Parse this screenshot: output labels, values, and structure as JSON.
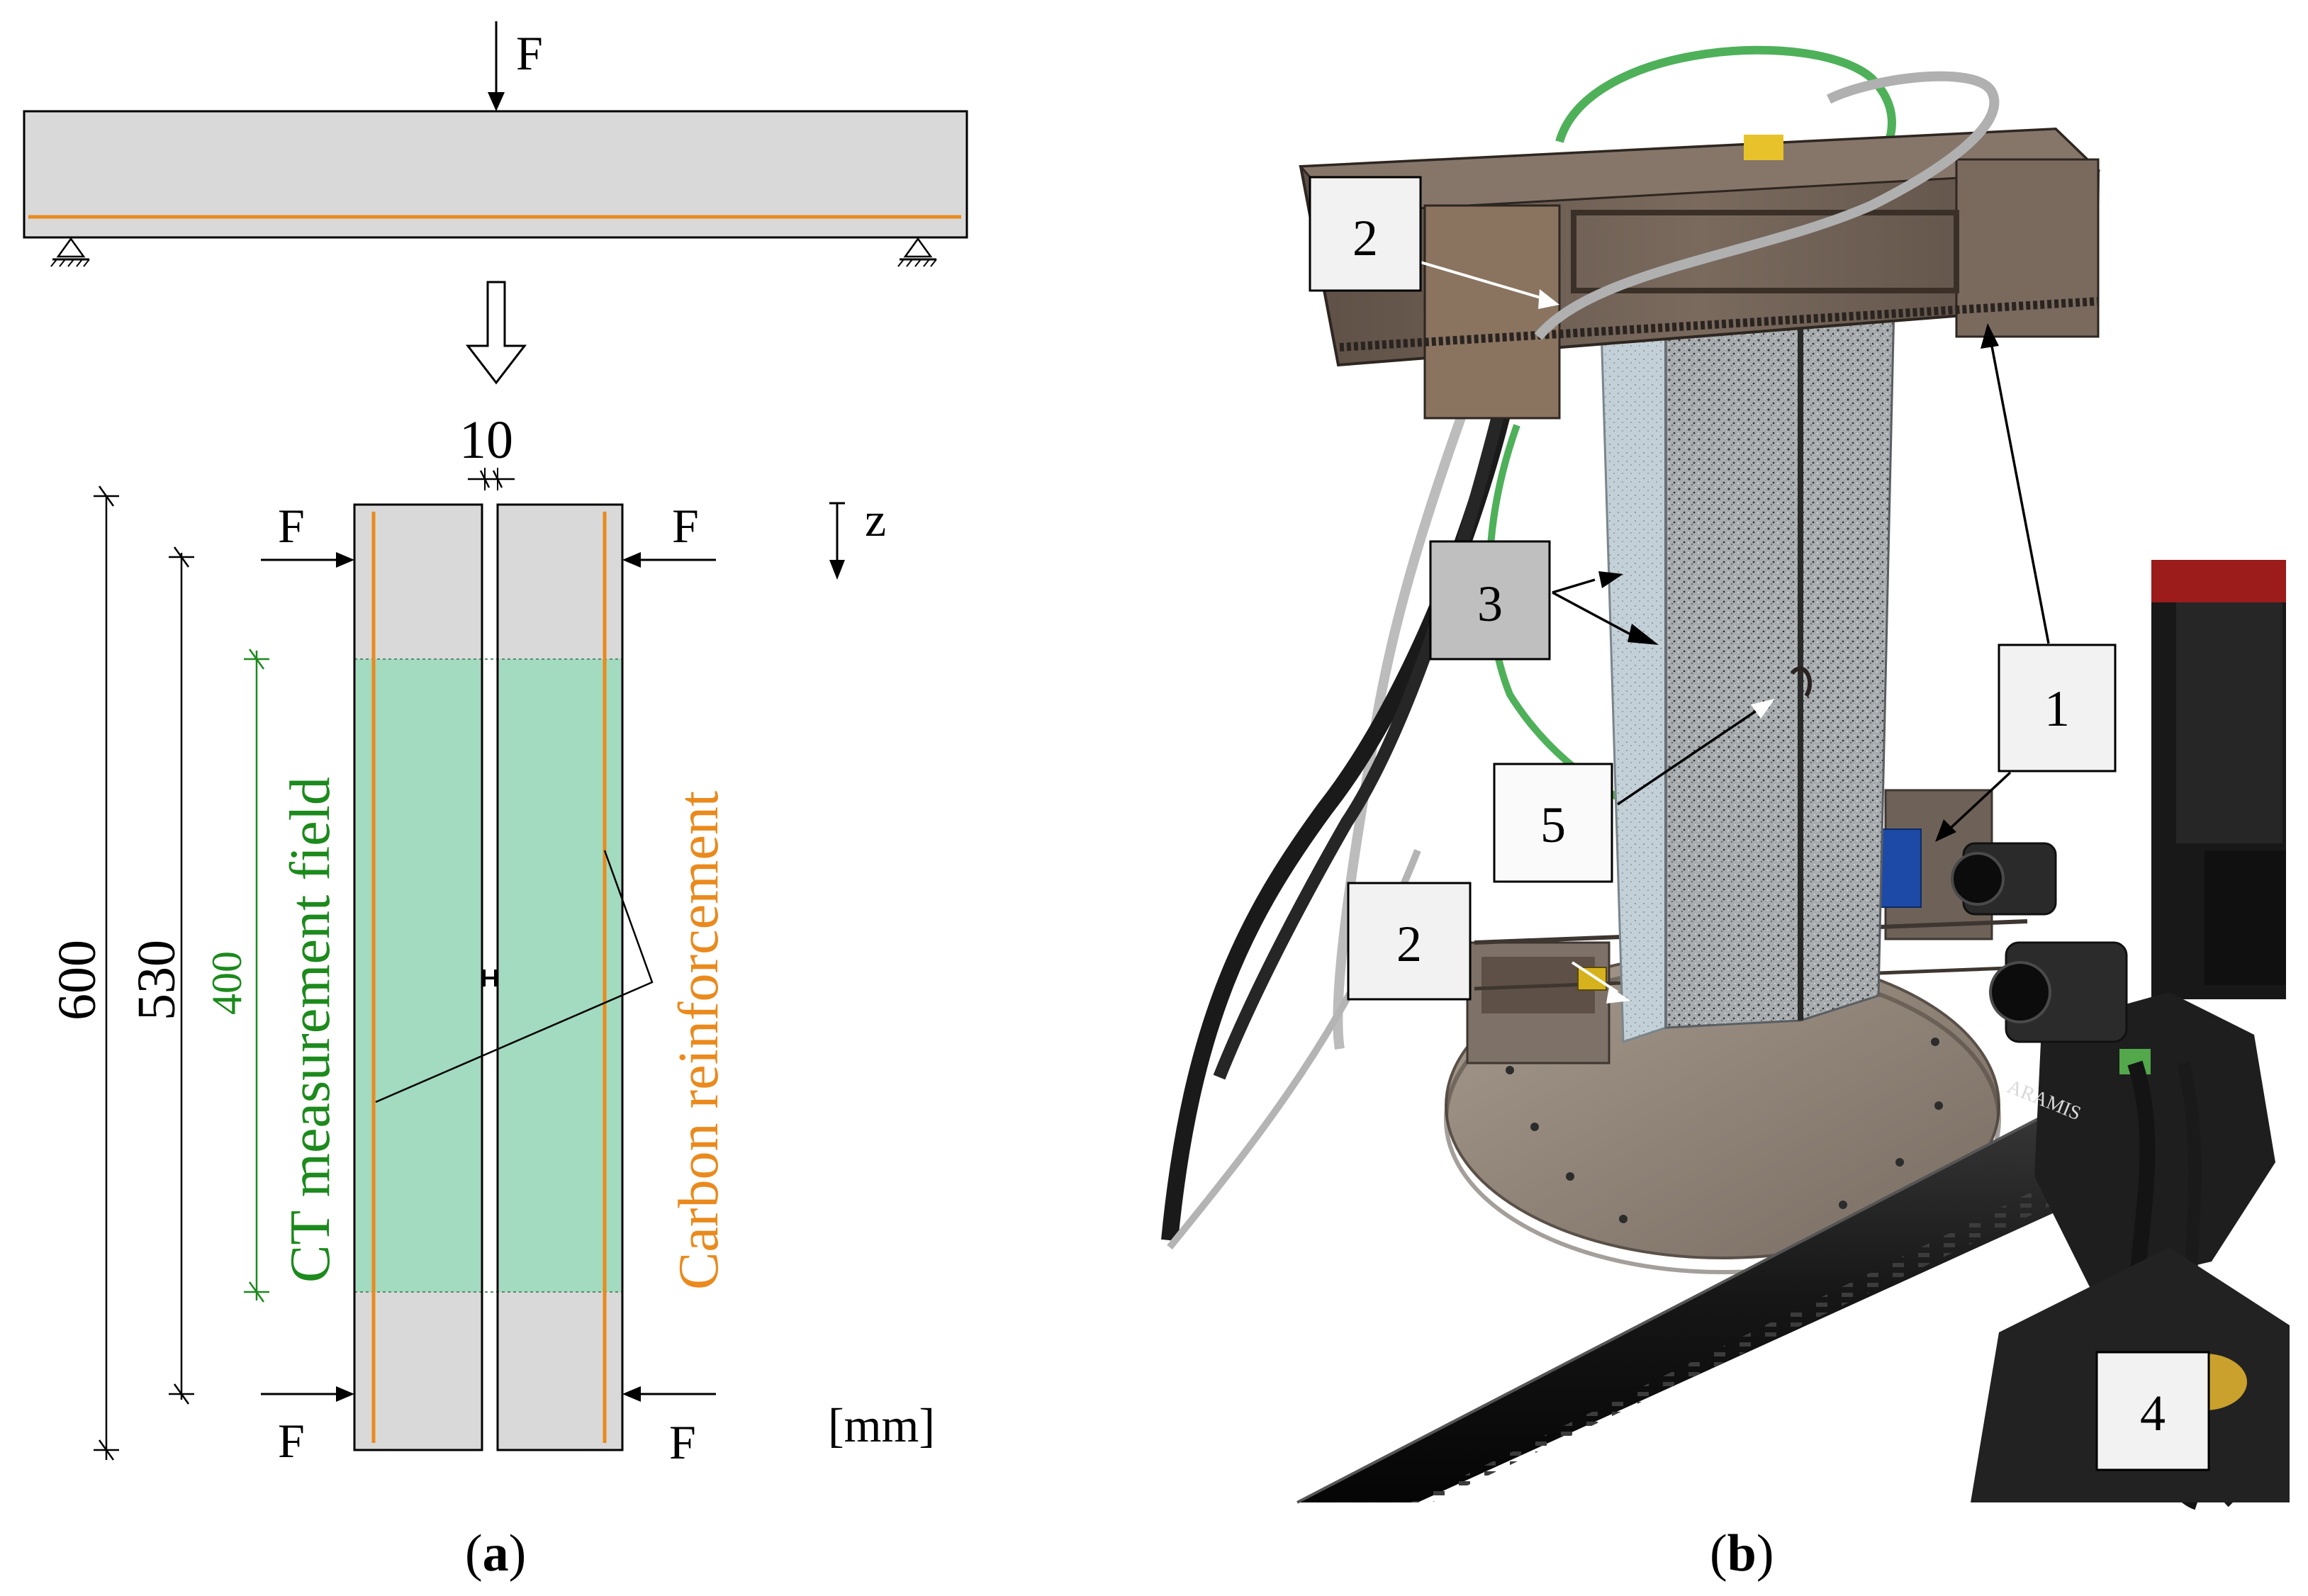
{
  "colors": {
    "concrete": "#d9d9d9",
    "reinforcement": "#ea8a1d",
    "ct_field": "#a2dbbf",
    "ct_text": "#1c8a1c",
    "callout_fill": "#f2f2f2",
    "callout_fill_dark": "#bfbfbf"
  },
  "panel_a": {
    "caption_open": "(",
    "caption_letter": "a",
    "caption_close": ")",
    "beam_force": "F",
    "gap_dim": "10",
    "axis": "z",
    "force_left_top": "F",
    "force_right_top": "F",
    "force_left_bottom": "F",
    "force_right_bottom": "F",
    "dim_total": "600",
    "dim_inner": "530",
    "dim_ct": "400",
    "ct_label": "CT measurement field",
    "reinf_label": "Carbon reinforcement",
    "unit": "[mm]"
  },
  "panel_b": {
    "caption_open": "(",
    "caption_letter": "b",
    "caption_close": ")",
    "callouts": [
      "2",
      "3",
      "1",
      "5",
      "2",
      "4"
    ],
    "camera_brand": "ARAMIS"
  }
}
